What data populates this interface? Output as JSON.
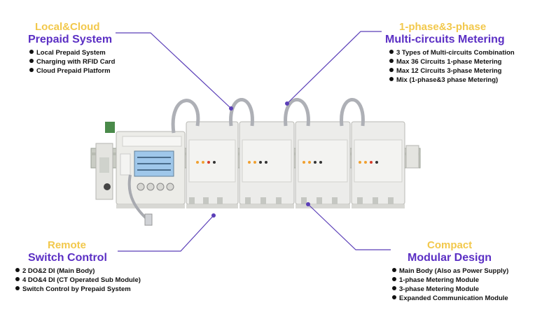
{
  "top_left": {
    "kicker": "Local&Cloud",
    "title": "Prepaid System",
    "items": [
      "Local Prepaid System",
      "Charging with RFID Card",
      "Cloud Prepaid Platform"
    ]
  },
  "top_right": {
    "kicker": "1-phase&3-phase",
    "title": "Multi-circuits Metering",
    "items": [
      "3 Types of Multi-circuits Combination",
      "Max 36 Circuits 1-phase Metering",
      "Max 12 Circuits 3-phase Metering",
      "Mix (1-phase&3 phase Metering)"
    ]
  },
  "bottom_left": {
    "kicker": "Remote",
    "title": "Switch Control",
    "items": [
      "2 DO&2 DI (Main Body)",
      "4 DO&4 DI (CT Operated Sub Module)",
      "Switch Control by Prepaid System"
    ]
  },
  "bottom_right": {
    "kicker": "Compact",
    "title": "Modular Design",
    "items": [
      "Main Body (Also as Power Supply)",
      "1-phase Metering Module",
      "3-phase Metering Module",
      "Expanded Communication Module"
    ]
  },
  "colors": {
    "kicker": "#f2c84b",
    "title": "#5b2fc4",
    "line": "#5b3fb8"
  }
}
